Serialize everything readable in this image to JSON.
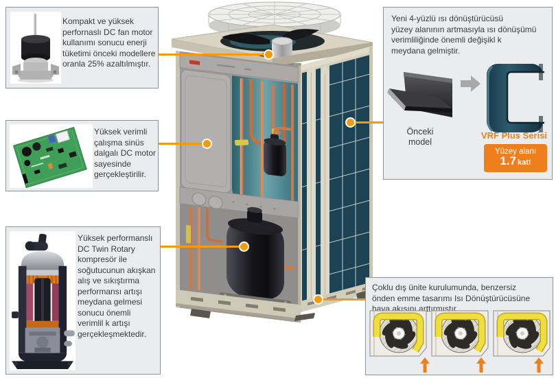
{
  "colors": {
    "accent_orange": "#f59a0b",
    "badge_orange": "#ee7f1c",
    "band_yellow": "#f0dd3e",
    "heat_exchanger_teal": "#1b4353",
    "casing_beige": "#d6d1bf",
    "box_bg": "#ebeced",
    "box_border": "#8f9496",
    "text": "#3b3b3b"
  },
  "icons": {
    "transition_arrow": "→",
    "airflow_arrow": "↑"
  },
  "callouts": {
    "fan_motor": {
      "text": "Kompakt ve yüksek\nperfornaslı DC fan motor\nkullanımı sonucu enerji\ntüketimi önceki modellere\noranla 25% azaltılmıştır."
    },
    "inverter": {
      "text": "Yüksek verimli\nçalışma sinüs\ndalgalı DC motor\nsayesinde\ngerçekleştirilir."
    },
    "compressor": {
      "text": "Yüksek performanslı\nDC Twin Rotary\nkompresör ile\nsoğutucunun akışkan\nalış ve sıkıştırma\nperformansı artışı\nmeydana gelmesi\nsonucu önemli\nverimlil k artışı\ngerçekleşmektedir."
    },
    "heat_exchanger": {
      "text": "Yeni 4-yüzlü ısı dönüştürücüsü\nyüzey alanının artmasıyla ısı dönüşümü\nverimliliğinde önemli değişikl k\nmeydana gelmiştir.",
      "previous_label": "Önceki\nmodel",
      "new_label": "VRF Plus Serisi",
      "badge_label": "Yüzey alanı",
      "badge_value": "1.7",
      "badge_suffix": "kat!"
    },
    "airflow": {
      "text": "Çoklu dış ünite kurulumunda, benzersiz\nönden emme tasarımı Isı Dönüştürücüsüne\nhava akışını arttırmıştır."
    }
  }
}
